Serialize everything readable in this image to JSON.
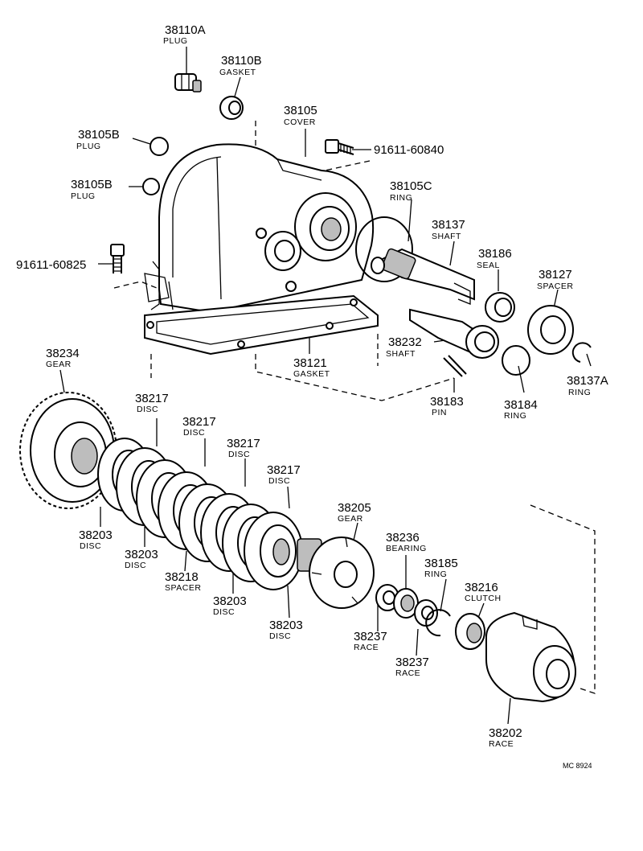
{
  "callouts": [
    {
      "id": "plug-top",
      "number": "38110A",
      "caption": "PLUG"
    },
    {
      "id": "gasket-top",
      "number": "38110B",
      "caption": "GASKET"
    },
    {
      "id": "cover",
      "number": "38105",
      "caption": "COVER"
    },
    {
      "id": "plug-1",
      "number": "38105B",
      "caption": "PLUG"
    },
    {
      "id": "plug-2",
      "number": "38105B",
      "caption": "PLUG"
    },
    {
      "id": "bolt-top",
      "number": "91611-60840",
      "caption": ""
    },
    {
      "id": "ring-c",
      "number": "38105C",
      "caption": "RING"
    },
    {
      "id": "shaft-37",
      "number": "38137",
      "caption": "SHAFT"
    },
    {
      "id": "seal",
      "number": "38186",
      "caption": "SEAL"
    },
    {
      "id": "spacer-27",
      "number": "38127",
      "caption": "SPACER"
    },
    {
      "id": "bolt-left",
      "number": "91611-60825",
      "caption": ""
    },
    {
      "id": "shaft-32",
      "number": "38232",
      "caption": "SHAFT"
    },
    {
      "id": "gasket-cover",
      "number": "38121",
      "caption": "GASKET"
    },
    {
      "id": "ring-37a",
      "number": "38137A",
      "caption": "RING"
    },
    {
      "id": "gear-34",
      "number": "38234",
      "caption": "GEAR"
    },
    {
      "id": "pin",
      "number": "38183",
      "caption": "PIN"
    },
    {
      "id": "ring-84",
      "number": "38184",
      "caption": "RING"
    },
    {
      "id": "disc-17a",
      "number": "38217",
      "caption": "DISC"
    },
    {
      "id": "disc-17b",
      "number": "38217",
      "caption": "DISC"
    },
    {
      "id": "disc-17c",
      "number": "38217",
      "caption": "DISC"
    },
    {
      "id": "disc-17d",
      "number": "38217",
      "caption": "DISC"
    },
    {
      "id": "gear-05",
      "number": "38205",
      "caption": "GEAR"
    },
    {
      "id": "bearing",
      "number": "38236",
      "caption": "BEARING"
    },
    {
      "id": "ring-85",
      "number": "38185",
      "caption": "RING"
    },
    {
      "id": "clutch",
      "number": "38216",
      "caption": "CLUTCH"
    },
    {
      "id": "disc-03a",
      "number": "38203",
      "caption": "DISC"
    },
    {
      "id": "disc-03b",
      "number": "38203",
      "caption": "DISC"
    },
    {
      "id": "spacer-18",
      "number": "38218",
      "caption": "SPACER"
    },
    {
      "id": "disc-03c",
      "number": "38203",
      "caption": "DISC"
    },
    {
      "id": "disc-03d",
      "number": "38203",
      "caption": "DISC"
    },
    {
      "id": "race-37a",
      "number": "38237",
      "caption": "RACE"
    },
    {
      "id": "race-37b",
      "number": "38237",
      "caption": "RACE"
    },
    {
      "id": "race-02",
      "number": "38202",
      "caption": "RACE"
    }
  ],
  "reference_code": "MC 8924"
}
